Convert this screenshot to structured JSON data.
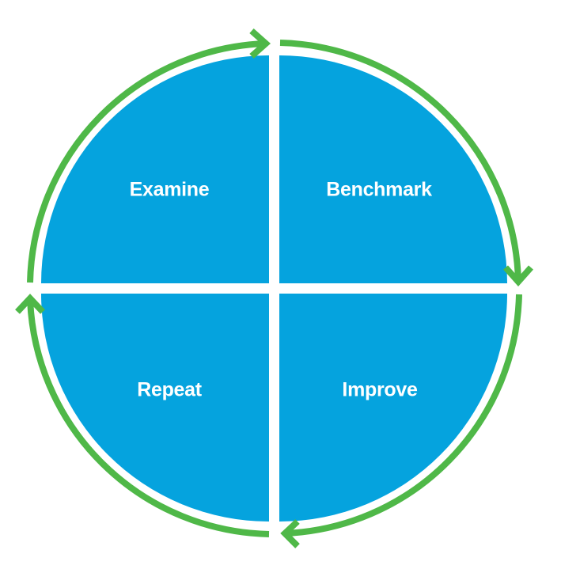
{
  "diagram": {
    "quadrants": [
      {
        "id": "top-left",
        "label": "Examine"
      },
      {
        "id": "top-right",
        "label": "Benchmark"
      },
      {
        "id": "bottom-right",
        "label": "Improve"
      },
      {
        "id": "bottom-left",
        "label": "Repeat"
      }
    ],
    "colors": {
      "quadrant_fill": "#05A3DE",
      "arrow_stroke": "#4FB848",
      "label_text": "#FFFFFF",
      "background": "#FFFFFF"
    },
    "flow_direction": "clockwise"
  }
}
